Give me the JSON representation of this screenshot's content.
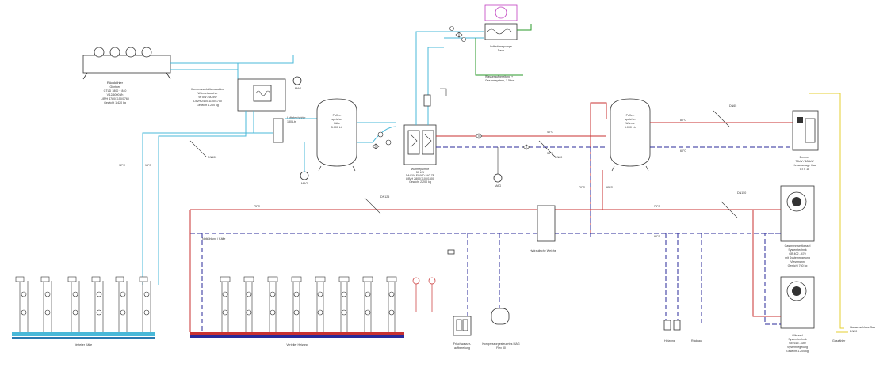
{
  "labels": {
    "drycooler": [
      "Rückkühler",
      "Güntner",
      "GTLD 1800 ~ 840",
      "V'12/6000 l/h",
      "L/B/H 4780/1150/1760",
      "Gewicht 1.420 kg"
    ],
    "chiller_top": [
      "Kompressorkältemaschine",
      "Wärmetauscher",
      "90 kW / 60 kW",
      "L/B/H 2400/1100/1700",
      "Gewicht 1.200 kg"
    ],
    "separator": [
      "Luftabscheider",
      "180 Ltr"
    ],
    "buffer1": [
      "Puffer-",
      "speicher",
      "Kälte",
      "5.000 Ltr"
    ],
    "heat_pump": [
      "Wärmepumpe",
      "50 kW",
      "DAIKIN EWYD 540 ZE",
      "L/B/H 2800/1100/1500",
      "Gewicht 2.200 kg"
    ],
    "buffer2": [
      "Puffer-",
      "speicher",
      "Wärme",
      "5.000 Ltr"
    ],
    "airunit": [
      "Luftwärmepumpe",
      "Dach"
    ],
    "water": [
      "Wasseraufbereitung +",
      "Gesamtsystem, 1.5 bar"
    ],
    "boiler_top": [
      "Brenner",
      "70kW / 180kW",
      "Kesselanlage Gas",
      "GTX 18"
    ],
    "cond_boiler": [
      "Gasbrennwertkessel",
      "Systemtechnik",
      "GB 402 - 470",
      "mit Systemregelung",
      "Viessmann",
      "Gewicht 760 kg"
    ],
    "oil_boiler": [
      "Ölkessel",
      "Systemtechnik",
      "GE 615 - 340",
      "Systemregelung",
      "Gewicht 1.200 kg"
    ],
    "cold_dist": "Verteiler Kälte",
    "heat_dist": "Verteiler Heizung",
    "hydraulic": "Hydraulische Weiche",
    "emergency": "Notkühlung / Kälte",
    "frischwasser": [
      "Frischwasser-",
      "aufbereitung"
    ],
    "expansion": [
      "Kompressorgesteuertes MAG",
      "Flex 80"
    ],
    "heating_lbl": "Heizung",
    "ret_lbl": "Rücklauf",
    "gas_house": [
      "Hausanschluss Gas",
      "DN50"
    ],
    "gas_meter": "Gaszähler",
    "mag": "MAG",
    "temps": [
      "40°C",
      "35°C",
      "16°C",
      "12°C",
      "6°C",
      "80°C",
      "60°C",
      "70°C",
      "65°C",
      "75°C"
    ],
    "dn": [
      "DN100",
      "DN80",
      "DN65",
      "DN50",
      "DN125",
      "DN150"
    ]
  },
  "colors": {
    "supply": "#c83232",
    "return": "#2a2a9a",
    "cold": "#49b8d8",
    "gas": "#e6cf30",
    "green": "#2a9a2a",
    "magenta": "#c040c0",
    "line": "#444444"
  }
}
